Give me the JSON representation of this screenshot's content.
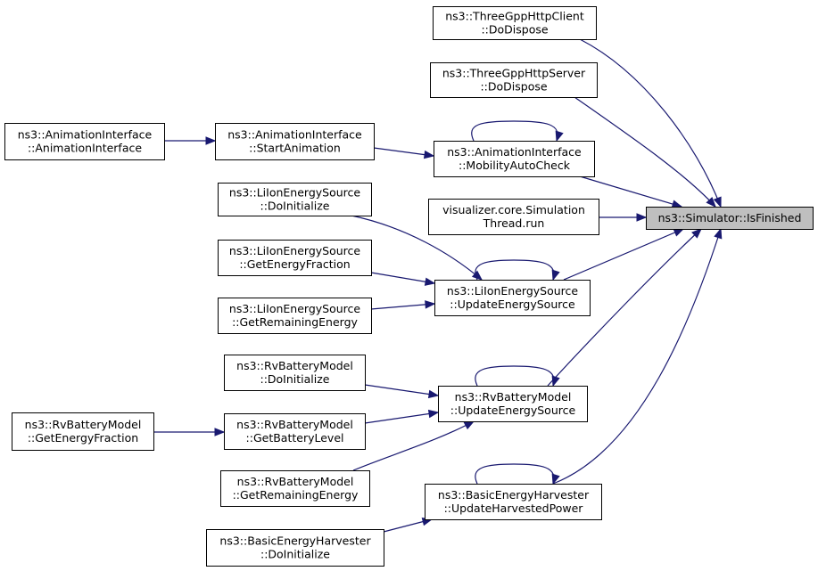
{
  "target": {
    "id": "isfinished",
    "lines": [
      "ns3::Simulator::IsFinished"
    ]
  },
  "nodes": [
    {
      "id": "threegpp_client",
      "lines": [
        "ns3::ThreeGppHttpClient",
        "::DoDispose"
      ]
    },
    {
      "id": "threegpp_server",
      "lines": [
        "ns3::ThreeGppHttpServer",
        "::DoDispose"
      ]
    },
    {
      "id": "anim_ctor",
      "lines": [
        "ns3::AnimationInterface",
        "::AnimationInterface"
      ]
    },
    {
      "id": "anim_start",
      "lines": [
        "ns3::AnimationInterface",
        "::StartAnimation"
      ]
    },
    {
      "id": "anim_mobility",
      "lines": [
        "ns3::AnimationInterface",
        "::MobilityAutoCheck"
      ]
    },
    {
      "id": "liion_doinit",
      "lines": [
        "ns3::LiIonEnergySource",
        "::DoInitialize"
      ]
    },
    {
      "id": "visualizer",
      "lines": [
        "visualizer.core.Simulation",
        "Thread.run"
      ]
    },
    {
      "id": "liion_fraction",
      "lines": [
        "ns3::LiIonEnergySource",
        "::GetEnergyFraction"
      ]
    },
    {
      "id": "liion_update",
      "lines": [
        "ns3::LiIonEnergySource",
        "::UpdateEnergySource"
      ]
    },
    {
      "id": "liion_remaining",
      "lines": [
        "ns3::LiIonEnergySource",
        "::GetRemainingEnergy"
      ]
    },
    {
      "id": "rv_doinit",
      "lines": [
        "ns3::RvBatteryModel",
        "::DoInitialize"
      ]
    },
    {
      "id": "rv_update",
      "lines": [
        "ns3::RvBatteryModel",
        "::UpdateEnergySource"
      ]
    },
    {
      "id": "rv_fraction",
      "lines": [
        "ns3::RvBatteryModel",
        "::GetEnergyFraction"
      ]
    },
    {
      "id": "rv_level",
      "lines": [
        "ns3::RvBatteryModel",
        "::GetBatteryLevel"
      ]
    },
    {
      "id": "rv_remaining",
      "lines": [
        "ns3::RvBatteryModel",
        "::GetRemainingEnergy"
      ]
    },
    {
      "id": "harvester_update",
      "lines": [
        "ns3::BasicEnergyHarvester",
        "::UpdateHarvestedPower"
      ]
    },
    {
      "id": "harvester_doinit",
      "lines": [
        "ns3::BasicEnergyHarvester",
        "::DoInitialize"
      ]
    }
  ],
  "edges": [
    {
      "from": "threegpp_client",
      "to": "isfinished"
    },
    {
      "from": "threegpp_server",
      "to": "isfinished"
    },
    {
      "from": "anim_ctor",
      "to": "anim_start"
    },
    {
      "from": "anim_start",
      "to": "anim_mobility"
    },
    {
      "from": "anim_mobility",
      "to": "anim_mobility"
    },
    {
      "from": "anim_mobility",
      "to": "isfinished"
    },
    {
      "from": "visualizer",
      "to": "isfinished"
    },
    {
      "from": "liion_doinit",
      "to": "liion_update"
    },
    {
      "from": "liion_fraction",
      "to": "liion_update"
    },
    {
      "from": "liion_remaining",
      "to": "liion_update"
    },
    {
      "from": "liion_update",
      "to": "liion_update"
    },
    {
      "from": "liion_update",
      "to": "isfinished"
    },
    {
      "from": "rv_doinit",
      "to": "rv_update"
    },
    {
      "from": "rv_fraction",
      "to": "rv_level"
    },
    {
      "from": "rv_level",
      "to": "rv_update"
    },
    {
      "from": "rv_remaining",
      "to": "rv_update"
    },
    {
      "from": "rv_update",
      "to": "rv_update"
    },
    {
      "from": "rv_update",
      "to": "isfinished"
    },
    {
      "from": "harvester_doinit",
      "to": "harvester_update"
    },
    {
      "from": "harvester_update",
      "to": "harvester_update"
    },
    {
      "from": "harvester_update",
      "to": "isfinished"
    }
  ]
}
